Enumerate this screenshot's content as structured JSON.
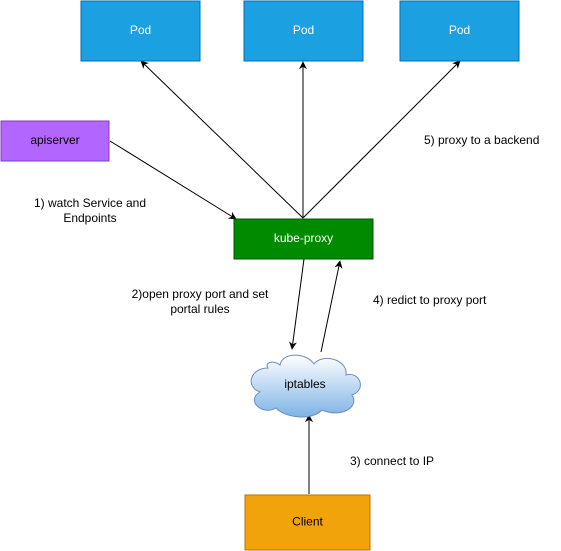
{
  "nodes": {
    "pod_1": {
      "label": "Pod"
    },
    "pod_2": {
      "label": "Pod"
    },
    "pod_3": {
      "label": "Pod"
    },
    "apiserver": {
      "label": "apiserver"
    },
    "kube_proxy": {
      "label": "kube-proxy"
    },
    "iptables": {
      "label": "iptables"
    },
    "client": {
      "label": "Client"
    }
  },
  "edge_labels": {
    "watch_line1": "1) watch Service and",
    "watch_line2": "Endpoints",
    "open_proxy_line1": "2)open proxy port and set",
    "open_proxy_line2": "portal rules",
    "connect": "3) connect to  IP",
    "redirect": "4) redict to proxy port",
    "proxy_backend": "5) proxy to a backend"
  },
  "colors": {
    "pod_fill": "#1ba1e2",
    "pod_stroke": "#006eaf",
    "apiserver_fill": "#b266ff",
    "apiserver_stroke": "#7f3fbf",
    "kube_proxy_fill": "#008a00",
    "kube_proxy_stroke": "#005700",
    "client_fill": "#f0a30a",
    "client_stroke": "#bd7000",
    "cloud_fill_top": "#ffffff",
    "cloud_fill_bottom": "#7eb3e6",
    "cloud_stroke": "#6c8ebf"
  }
}
